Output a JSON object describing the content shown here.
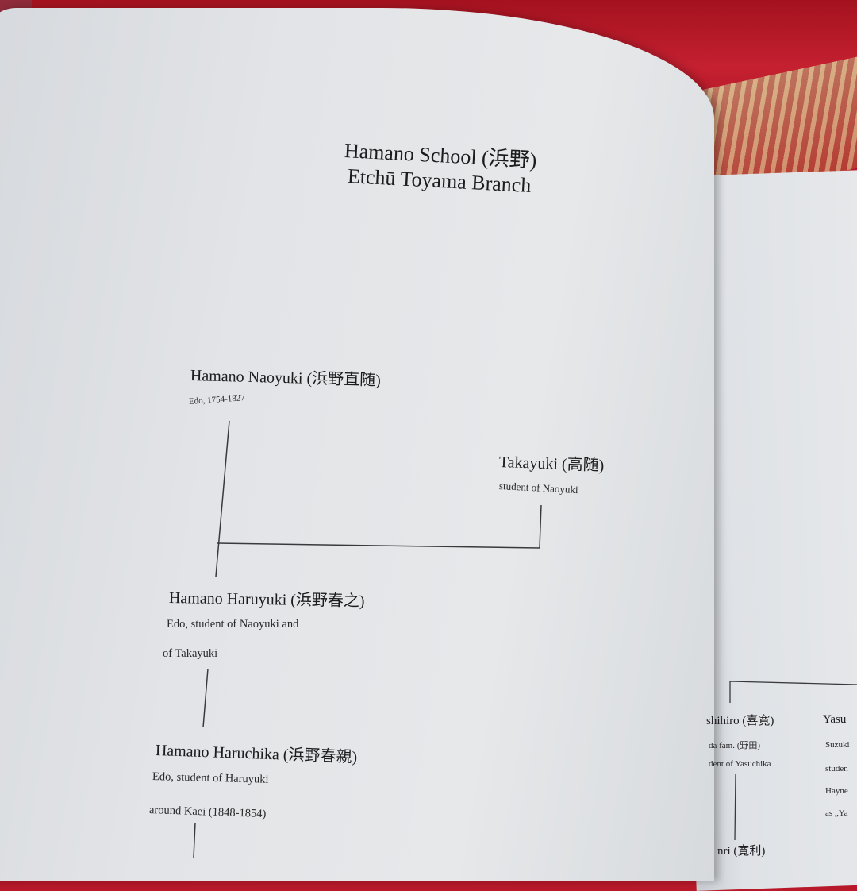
{
  "title": {
    "line1": "Hamano School (浜野)",
    "line2": "Etchū Toyama Branch"
  },
  "nodes": {
    "naoyuki": {
      "name": "Hamano Naoyuki (浜野直随)",
      "note": "Edo, 1754-1827"
    },
    "takayuki": {
      "name": "Takayuki (高随)",
      "note": "student of Naoyuki"
    },
    "haruyuki": {
      "name": "Hamano Haruyuki (浜野春之)",
      "note_line1": "Edo, student of Naoyuki and",
      "note_line2": "of Takayuki"
    },
    "haruchika": {
      "name": "Hamano Haruchika (浜野春親)",
      "note_line1": "Edo, student of Haruyuki",
      "note_line2": "around Kaei (1848-1854)"
    }
  },
  "right_page": {
    "node1_name": "shihiro (喜寛)",
    "node1_note1": "da fam. (野田)",
    "node1_note2": "dent of Yasuchika",
    "node2_name": "Yasu",
    "node2_note1": "Suzuki",
    "node2_note2": "studen",
    "node2_note3": "Hayne",
    "node2_note4": "as „Ya",
    "node3_name": "nri (寛利)"
  },
  "colors": {
    "background_cloth": "#b8192a",
    "paper": "#e3e5e8",
    "ink": "#1c1c1e"
  }
}
